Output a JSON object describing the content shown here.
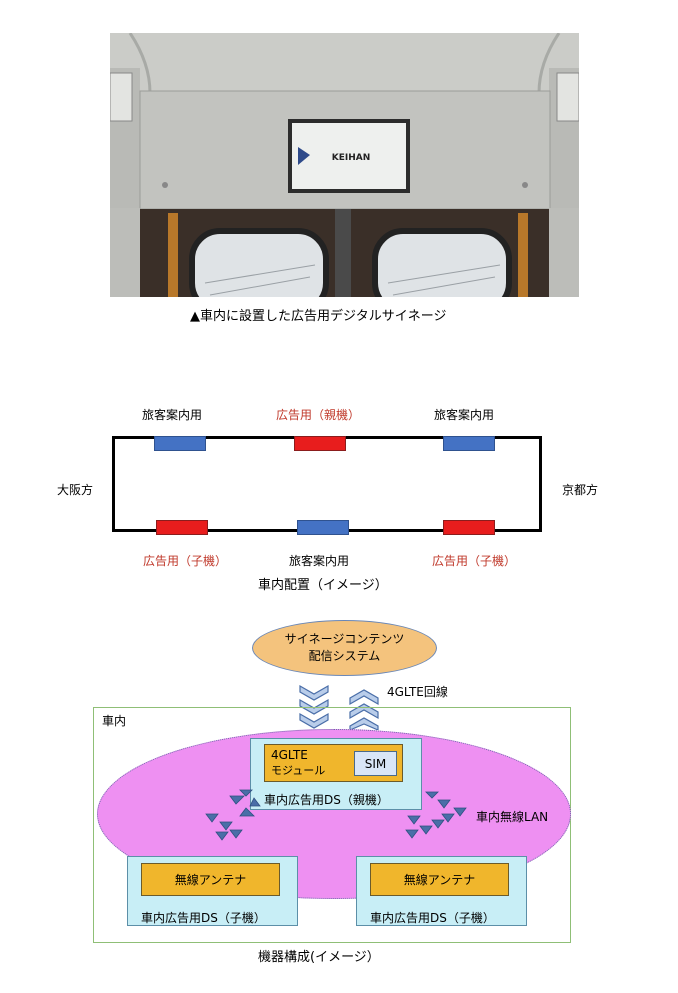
{
  "photo": {
    "screen_brand": "KEIHAN",
    "caption": "▲車内に設置した広告用デジタルサイネージ"
  },
  "layout_diagram": {
    "top_labels": [
      "旅客案内用",
      "広告用（親機）",
      "旅客案内用"
    ],
    "bottom_labels": [
      "広告用（子機）",
      "旅客案内用",
      "広告用（子機）"
    ],
    "left_label": "大阪方",
    "right_label": "京都方",
    "caption": "車内配置（イメージ）",
    "colors": {
      "guide": "#4472c4",
      "ad": "#e81d1d",
      "ad_label": "#c0392b"
    }
  },
  "system_diagram": {
    "content_system_line1": "サイネージコンテンツ",
    "content_system_line2": "配信システム",
    "link_label": "4GLTE回線",
    "area_label": "車内",
    "module_line1": "4GLTE",
    "module_line2": "モジュール",
    "sim_label": "SIM",
    "master_label": "車内広告用DS（親機）",
    "wlan_label": "車内無線LAN",
    "antenna_label": "無線アンテナ",
    "slave_label": "車内広告用DS（子機）",
    "caption": "機器構成(イメージ）"
  }
}
